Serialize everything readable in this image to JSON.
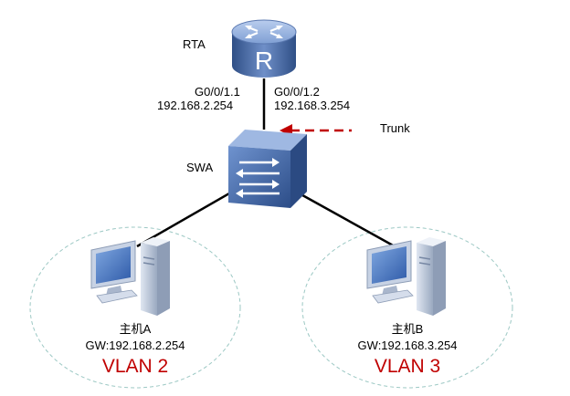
{
  "router": {
    "name": "RTA",
    "icon_letter": "R",
    "left_interface": "G0/0/1.1",
    "left_ip": "192.168.2.254",
    "right_interface": "G0/0/1.2",
    "right_ip": "192.168.3.254"
  },
  "switch": {
    "name": "SWA"
  },
  "link": {
    "label": "Trunk"
  },
  "hosts": [
    {
      "name": "主机A",
      "gateway": "GW:192.168.2.254",
      "vlan": "VLAN 2"
    },
    {
      "name": "主机B",
      "gateway": "GW:192.168.3.254",
      "vlan": "VLAN 3"
    }
  ],
  "colors": {
    "device_blue": "#3a5f9e",
    "trunk_arrow": "#c00000",
    "vlan_text": "#c00000",
    "vlan_area_border": "#9cc8c4"
  },
  "icons": [
    "router-icon",
    "switch-icon",
    "pc-icon"
  ]
}
